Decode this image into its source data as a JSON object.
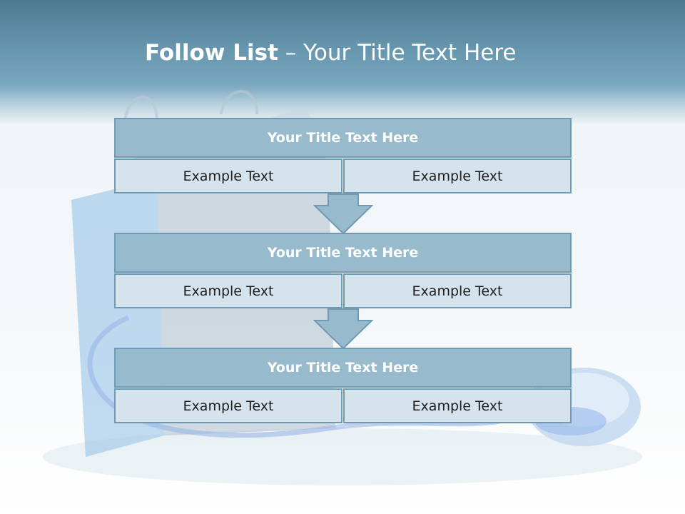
{
  "header": {
    "title_bold": "Follow List",
    "title_rest": " – Your Title Text Here"
  },
  "blocks": [
    {
      "title": "Your Title Text Here",
      "left": "Example Text",
      "right": "Example Text"
    },
    {
      "title": "Your Title Text Here",
      "left": "Example Text",
      "right": "Example Text"
    },
    {
      "title": "Your Title Text Here",
      "left": "Example Text",
      "right": "Example Text"
    }
  ],
  "colors": {
    "header": "#6796af",
    "title_bar": "#97bacd",
    "cell": "#d5e3ec",
    "border": "#6f9ab3"
  }
}
